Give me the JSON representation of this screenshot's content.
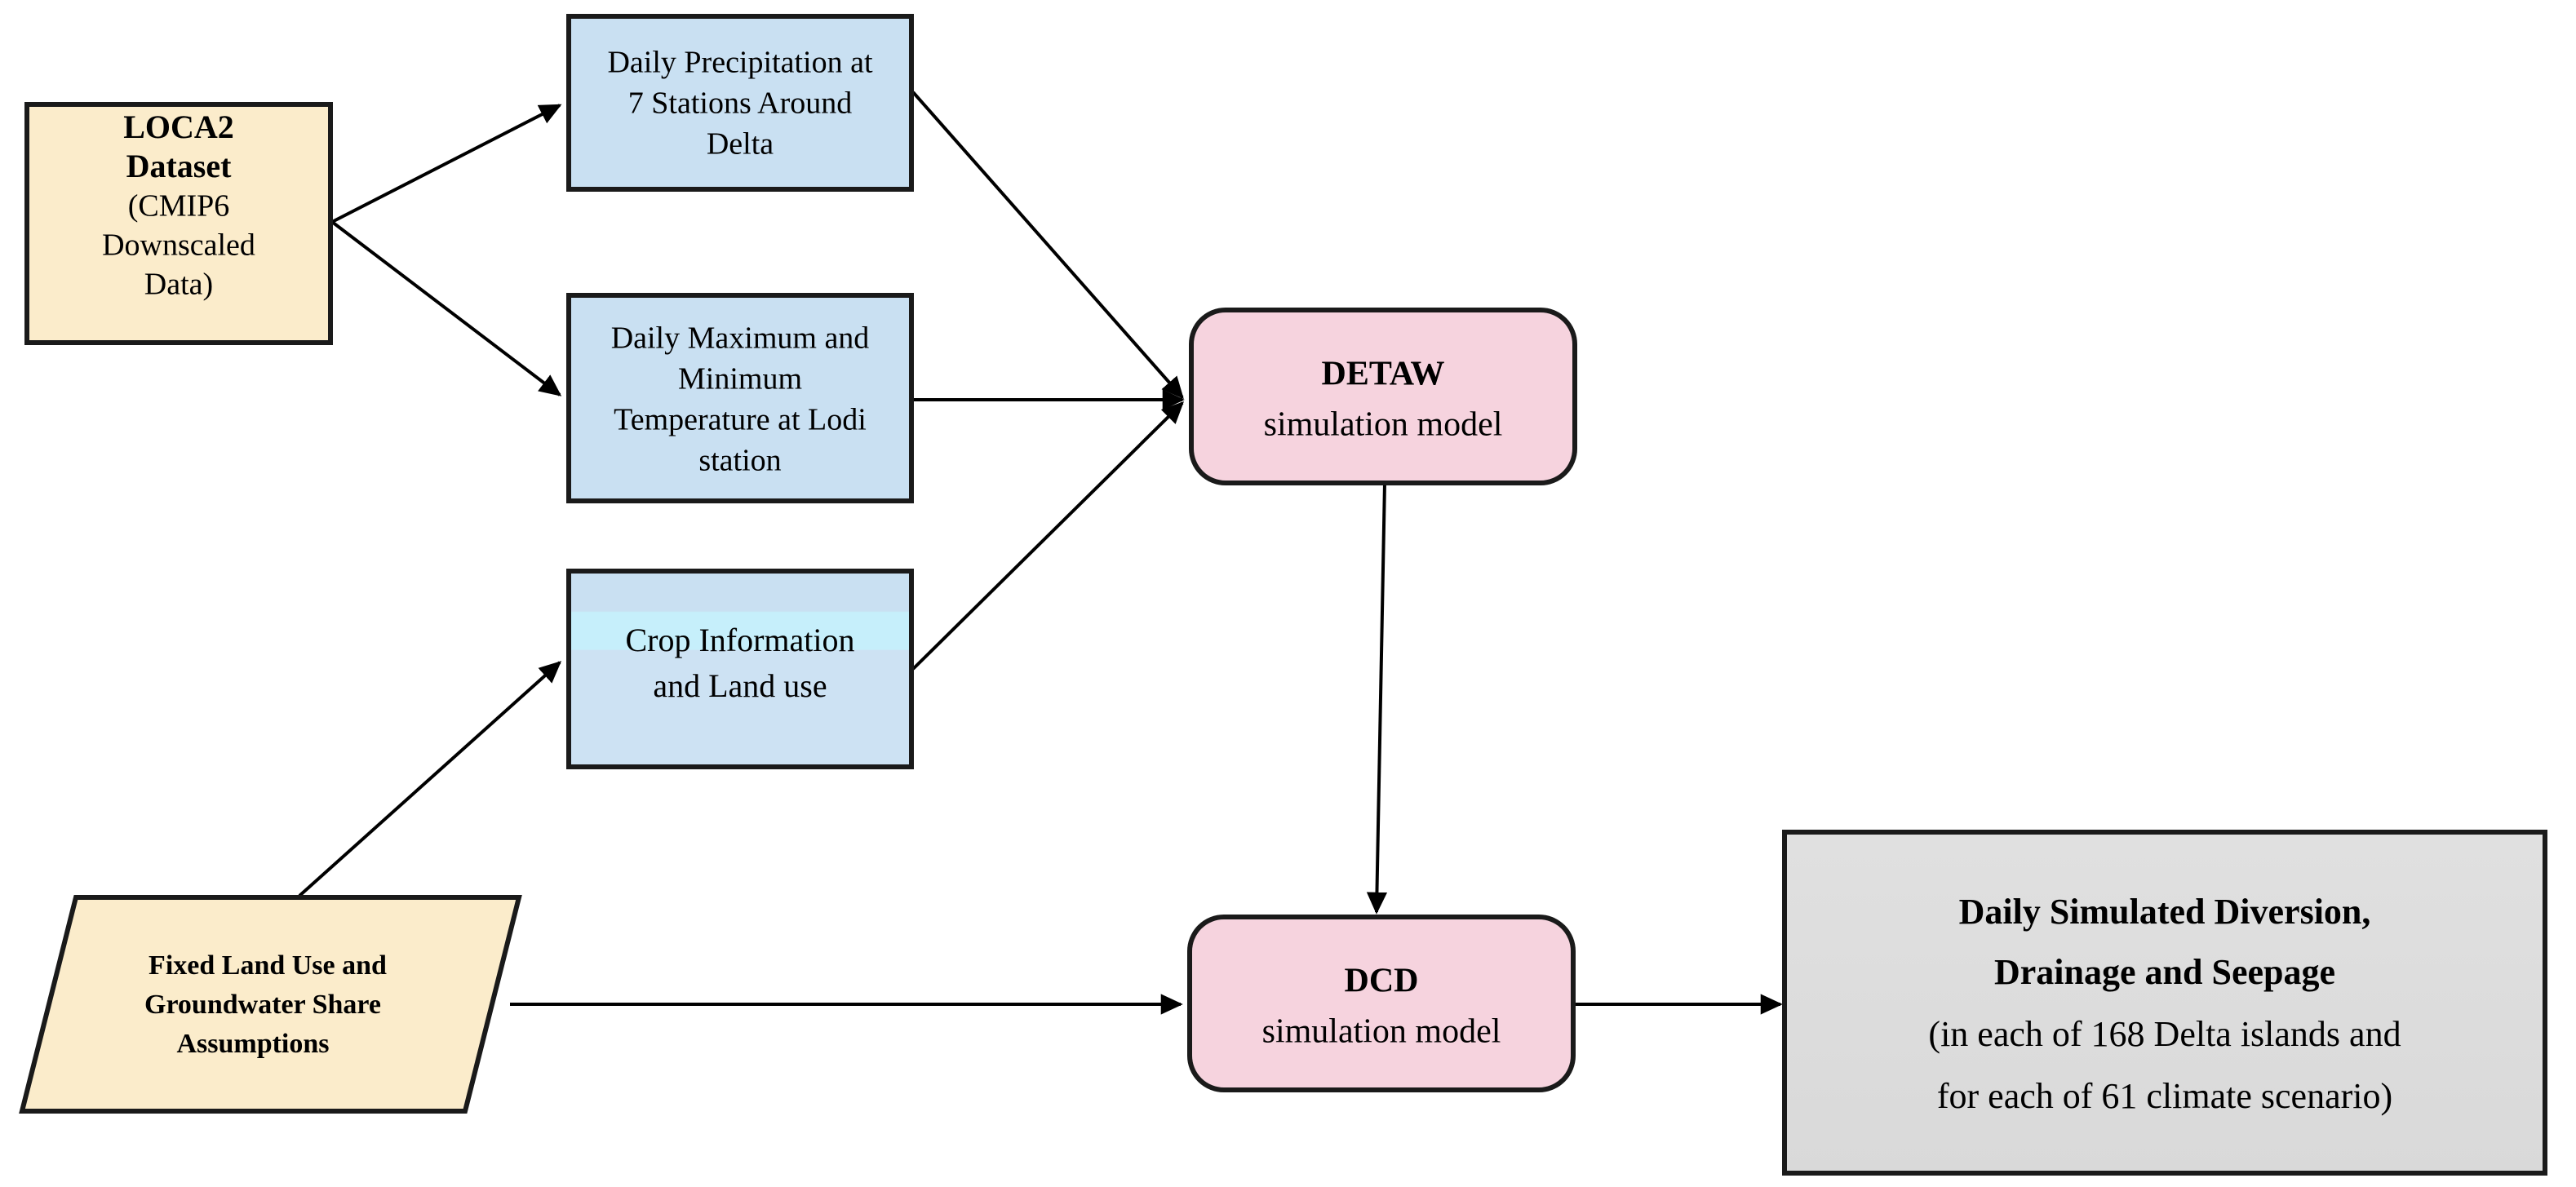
{
  "diagram": {
    "title": "DETAW / DCD climate scenario simulation workflow",
    "background_color": "#ffffff",
    "line_color": "#000000",
    "border_color": "#1a1a1a",
    "colors": {
      "input_fill": "#fbeccb",
      "data_fill": "#c9e0f2",
      "data_band_fill": "#c6effb",
      "model_fill": "#f6d3de",
      "output_fill": "#dedede"
    },
    "nodes": [
      {
        "id": "loca2",
        "shape": "rectangle",
        "fill": "#fbeccb",
        "lines": [
          {
            "text": "LOCA2",
            "bold": true
          },
          {
            "text": "Dataset",
            "bold": true
          },
          {
            "text": "(CMIP6",
            "bold": false
          },
          {
            "text": "Downscaled",
            "bold": false
          },
          {
            "text": "Data)",
            "bold": false
          }
        ]
      },
      {
        "id": "precipitation",
        "shape": "rectangle",
        "fill": "#c9e0f2",
        "lines": [
          {
            "text": "Daily Precipitation at",
            "bold": false
          },
          {
            "text": "7 Stations Around",
            "bold": false
          },
          {
            "text": "Delta",
            "bold": false
          }
        ]
      },
      {
        "id": "temperature",
        "shape": "rectangle",
        "fill": "#c9e0f2",
        "lines": [
          {
            "text": "Daily Maximum and",
            "bold": false
          },
          {
            "text": "Minimum",
            "bold": false
          },
          {
            "text": "Temperature at Lodi",
            "bold": false
          },
          {
            "text": "station",
            "bold": false
          }
        ]
      },
      {
        "id": "crop",
        "shape": "rectangle",
        "fill": "#c9e0f2",
        "lines": [
          {
            "text": "Crop Information",
            "bold": false
          },
          {
            "text": "and Land use",
            "bold": false
          }
        ]
      },
      {
        "id": "assumptions",
        "shape": "parallelogram",
        "fill": "#fbeccb",
        "lines": [
          {
            "text": "Fixed Land Use and",
            "bold": true
          },
          {
            "text": "Groundwater  Share",
            "bold": true
          },
          {
            "text": "Assumptions",
            "bold": true
          }
        ]
      },
      {
        "id": "detaw",
        "shape": "rounded-rectangle",
        "fill": "#f6d3de",
        "lines": [
          {
            "text": "DETAW",
            "bold": true
          },
          {
            "text": "simulation model",
            "bold": false
          }
        ]
      },
      {
        "id": "dcd",
        "shape": "rounded-rectangle",
        "fill": "#f6d3de",
        "lines": [
          {
            "text": "DCD",
            "bold": true
          },
          {
            "text": "simulation model",
            "bold": false
          }
        ]
      },
      {
        "id": "output",
        "shape": "rectangle",
        "fill": "#dedede",
        "lines": [
          {
            "text": "Daily Simulated  Diversion,",
            "bold": true
          },
          {
            "text": "Drainage and Seepage",
            "bold": true
          },
          {
            "text": "(in each of 168 Delta islands and",
            "bold": false
          },
          {
            "text": "for each of 61 climate scenario)",
            "bold": false
          }
        ]
      }
    ],
    "edges": [
      {
        "id": "loca2-to-precipitation",
        "from": "loca2",
        "to": "precipitation",
        "arrowhead": true
      },
      {
        "id": "loca2-to-temperature",
        "from": "loca2",
        "to": "temperature",
        "arrowhead": true
      },
      {
        "id": "precipitation-to-detaw",
        "from": "precipitation",
        "to": "detaw",
        "arrowhead": true
      },
      {
        "id": "temperature-to-detaw",
        "from": "temperature",
        "to": "detaw",
        "arrowhead": true
      },
      {
        "id": "crop-to-detaw",
        "from": "crop",
        "to": "detaw",
        "arrowhead": true
      },
      {
        "id": "assumptions-to-crop",
        "from": "assumptions",
        "to": "crop",
        "arrowhead": true
      },
      {
        "id": "detaw-to-dcd",
        "from": "detaw",
        "to": "dcd",
        "arrowhead": true
      },
      {
        "id": "assumptions-to-dcd",
        "from": "assumptions",
        "to": "dcd",
        "arrowhead": true
      },
      {
        "id": "dcd-to-output",
        "from": "dcd",
        "to": "output",
        "arrowhead": true
      }
    ]
  }
}
